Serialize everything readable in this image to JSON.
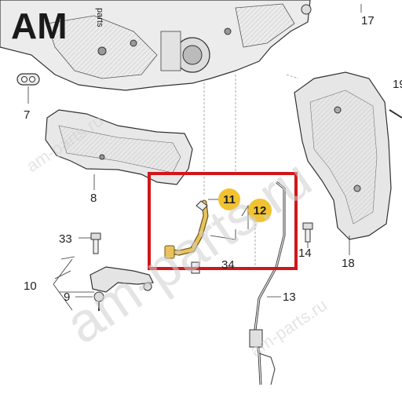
{
  "logo": {
    "main": "AM",
    "sub": "parts"
  },
  "watermarks": [
    "am-parts.ru",
    "am-parts.ru",
    "am-parts.ru"
  ],
  "labels": {
    "p7": "7",
    "p8": "8",
    "p9": "9",
    "p10": "10",
    "p13": "13",
    "p14": "14",
    "p17": "17",
    "p18": "18",
    "p19": "19",
    "p33": "33",
    "p34": "34"
  },
  "highlight": {
    "p11": "11",
    "p12": "12"
  },
  "colors": {
    "frame": "#d0161a",
    "badge": "#f2c230",
    "pipe": "#e9c35a"
  }
}
